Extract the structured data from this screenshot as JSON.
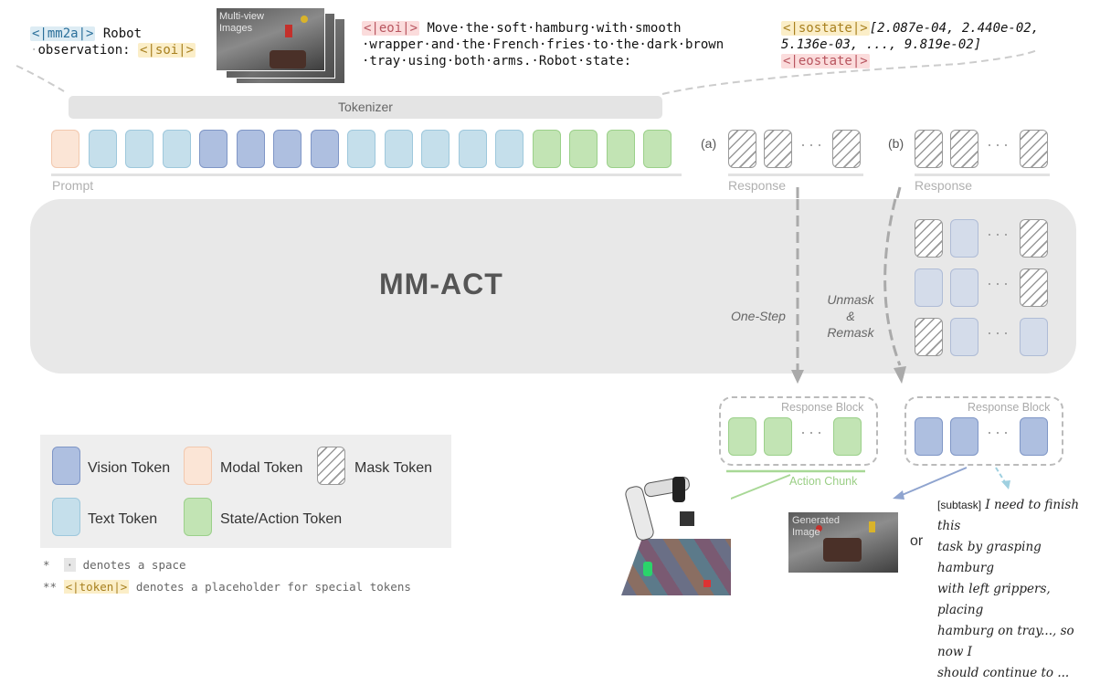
{
  "prompt_text": {
    "line1_tag": "<|mm2a|>",
    "line1_text": "Robot",
    "line2_text": "observation:",
    "line2_tag": "<|soi|>",
    "instr_tag": "<|eoi|>",
    "instr_line1": "Move·the·soft·hamburg·with·smooth",
    "instr_line2": "·wrapper·and·the·French·fries·to·the·dark·brown",
    "instr_line3": "·tray·using·both·arms.·Robot·state:",
    "state_tag_open": "<|sostate|>",
    "state_line1": "[2.087e-04,  2.440e-02,",
    "state_line2": "5.136e-03,  ...,  9.819e-02]",
    "state_tag_close": "<|eostate|>"
  },
  "multiview_label": "Multi-view Images",
  "tokenizer_label": "Tokenizer",
  "prompt_label": "Prompt",
  "response_label_a": "Response",
  "response_label_b": "Response",
  "branch_a": "(a)",
  "branch_b": "(b)",
  "model_name": "MM-ACT",
  "one_step_label": "One-Step",
  "unmask_label_1": "Unmask",
  "unmask_label_2": "&",
  "unmask_label_3": "Remask",
  "response_block_a": "Response Block",
  "response_block_b": "Response Block",
  "action_chunk_label": "Action Chunk",
  "generated_image_label": "Generated Image",
  "or_label": "or",
  "subtask": {
    "tag": "[subtask]",
    "line1": "I need to finish this",
    "line2": "task by grasping hamburg",
    "line3": "with left grippers, placing",
    "line4": "hamburg on tray...,  so now I",
    "line5": "should continue to ..."
  },
  "legend": {
    "vision": "Vision Token",
    "modal": "Modal Token",
    "mask": "Mask Token",
    "text": "Text Token",
    "state": "State/Action Token"
  },
  "notes": {
    "n1_prefix": "*",
    "n1_symbol": "·",
    "n1_text": "denotes a space",
    "n2_prefix": "**",
    "n2_symbol": "<|token|>",
    "n2_text": "denotes a placeholder for special tokens"
  },
  "colors": {
    "vision": "#aebfe0",
    "modal": "#fbe5d6",
    "text": "#c5dfeb",
    "state": "#c2e4b4",
    "mask_stroke": "#999999",
    "model_bg": "#e8e8e8"
  },
  "prompt_sequence": [
    "modal",
    "text",
    "text",
    "text",
    "vision",
    "vision",
    "vision",
    "vision",
    "text",
    "text",
    "text",
    "text",
    "text",
    "state",
    "state",
    "state",
    "state"
  ]
}
